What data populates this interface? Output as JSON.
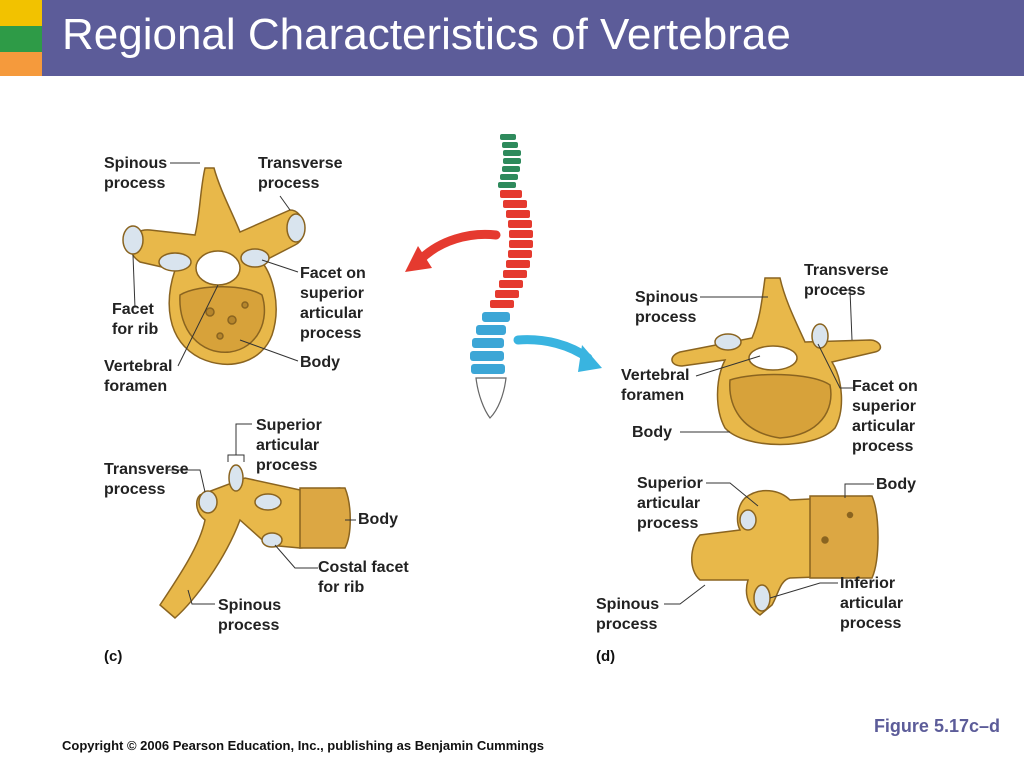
{
  "slide": {
    "title": "Regional Characteristics of Vertebrae",
    "figure_ref": "Figure 5.17c–d",
    "copyright": "Copyright © 2006 Pearson Education, Inc., publishing as Benjamin Cummings"
  },
  "colors": {
    "header": "#5c5c99",
    "accent_top": "#f2c200",
    "accent_mid": "#2e9b47",
    "accent_bottom": "#f59a3c",
    "bone": "#e8b84a",
    "bone_light": "#f6dc8a",
    "cartilage": "#d9e4ee",
    "cervical": "#2e8a5c",
    "thoracic": "#e53a2f",
    "lumbar": "#3ca6d6",
    "arrow_red": "#e53a2f",
    "arrow_blue": "#39b4e0"
  },
  "panel_c": {
    "tag": "(c)",
    "top_view": {
      "spinous": "Spinous\nprocess",
      "transverse": "Transverse\nprocess",
      "facet_superior": "Facet on\nsuperior\narticular\nprocess",
      "facet_rib": "Facet\nfor rib",
      "foramen": "Vertebral\nforamen",
      "body": "Body"
    },
    "side_view": {
      "superior_articular": "Superior\narticular\nprocess",
      "transverse": "Transverse\nprocess",
      "body": "Body",
      "costal_facet": "Costal facet\nfor rib",
      "spinous": "Spinous\nprocess"
    }
  },
  "panel_d": {
    "tag": "(d)",
    "top_view": {
      "transverse": "Transverse\nprocess",
      "spinous": "Spinous\nprocess",
      "foramen": "Vertebral\nforamen",
      "facet_superior": "Facet on\nsuperior\narticular\nprocess",
      "body": "Body"
    },
    "side_view": {
      "superior_articular": "Superior\narticular\nprocess",
      "body": "Body",
      "inferior_articular": "Inferior\narticular\nprocess",
      "spinous": "Spinous\nprocess"
    }
  }
}
